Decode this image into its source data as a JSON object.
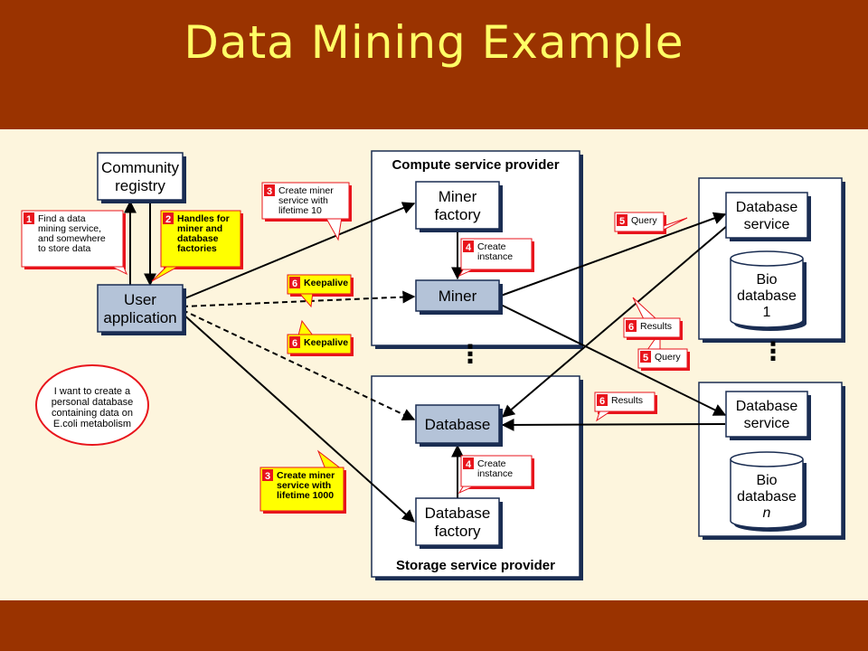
{
  "slide": {
    "title": "Data Mining Example",
    "colors": {
      "frame": "#9a3300",
      "title": "#ffff66",
      "background": "#fdf5dd",
      "node_fill": "#b4c3d8",
      "callout_yellow": "#ffff00",
      "badge_red": "#e8141c",
      "border_navy": "#1a2d52"
    }
  },
  "diagram": {
    "containers": {
      "compute": "Compute service provider",
      "storage": "Storage service provider"
    },
    "nodes": {
      "community_registry": [
        "Community",
        "registry"
      ],
      "user_application": [
        "User",
        "application"
      ],
      "miner_factory": [
        "Miner",
        "factory"
      ],
      "miner": [
        "Miner"
      ],
      "database": [
        "Database"
      ],
      "database_factory": [
        "Database",
        "factory"
      ],
      "database_service_1": [
        "Database",
        "service"
      ],
      "bio_database_1": [
        "Bio",
        "database",
        "1"
      ],
      "database_service_n": [
        "Database",
        "service"
      ],
      "bio_database_n": [
        "Bio",
        "database",
        "n"
      ]
    },
    "ellipsis": "⋮",
    "thought_bubble": [
      "I want to create a",
      "personal database",
      "containing data on",
      "E.coli metabolism"
    ],
    "callouts": {
      "c1": {
        "num": "1",
        "lines": [
          "Find a data",
          "mining service,",
          "and somewhere",
          "to store data"
        ]
      },
      "c2": {
        "num": "2",
        "lines": [
          "Handles for",
          "miner and",
          "database",
          "factories"
        ]
      },
      "c3a": {
        "num": "3",
        "lines": [
          "Create miner",
          "service with",
          "lifetime 10"
        ]
      },
      "c3b": {
        "num": "3",
        "lines": [
          "Create miner",
          "service with",
          "lifetime 1000"
        ]
      },
      "c4a": {
        "num": "4",
        "lines": [
          "Create",
          "instance"
        ]
      },
      "c4b": {
        "num": "4",
        "lines": [
          "Create",
          "instance"
        ]
      },
      "c5a": {
        "num": "5",
        "lines": [
          "Query"
        ]
      },
      "c5b": {
        "num": "5",
        "lines": [
          "Query"
        ]
      },
      "c6a": {
        "num": "6",
        "lines": [
          "Keepalive"
        ]
      },
      "c6b": {
        "num": "6",
        "lines": [
          "Keepalive"
        ]
      },
      "c6c": {
        "num": "6",
        "lines": [
          "Results"
        ]
      },
      "c6d": {
        "num": "6",
        "lines": [
          "Results"
        ]
      }
    }
  }
}
